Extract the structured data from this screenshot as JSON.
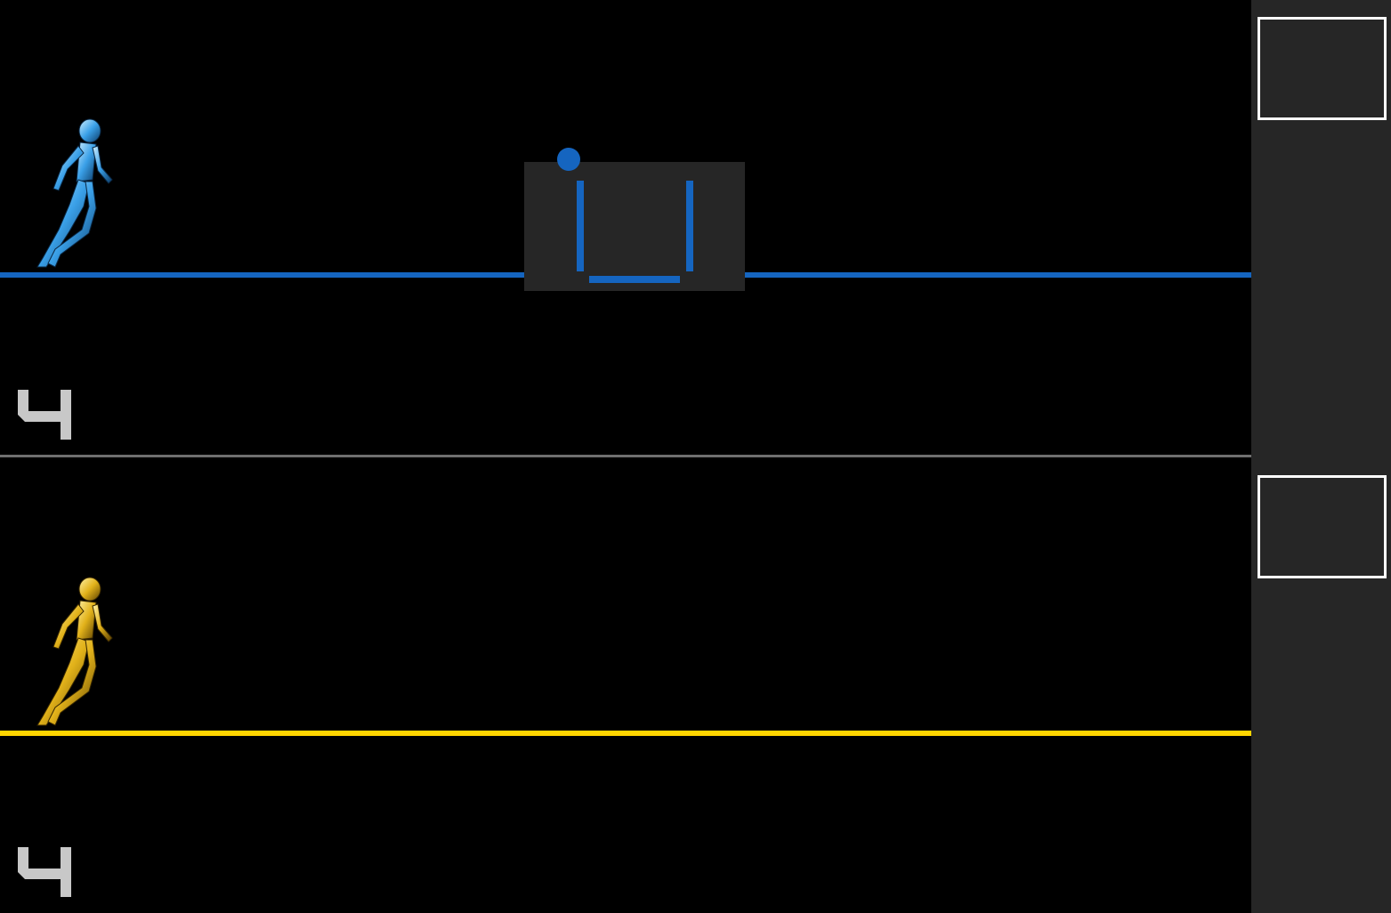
{
  "players": [
    {
      "id": "player-1",
      "color": "#1565c0",
      "score": "4",
      "runner": "blue-runner-sprite",
      "item_slot": "empty"
    },
    {
      "id": "player-2",
      "color": "#ffd500",
      "score": "4",
      "runner": "yellow-runner-sprite",
      "item_slot": "empty"
    }
  ],
  "obstacle": {
    "lane": "player-1",
    "background": "#262626",
    "accent": "#1565c0",
    "icon": "trampoline-bin-icon"
  },
  "theme": {
    "background": "#000000",
    "sidebar": "#262626",
    "divider": "#6f6f6f",
    "score_color": "#c8c8c8",
    "slot_border": "#ffffff"
  }
}
